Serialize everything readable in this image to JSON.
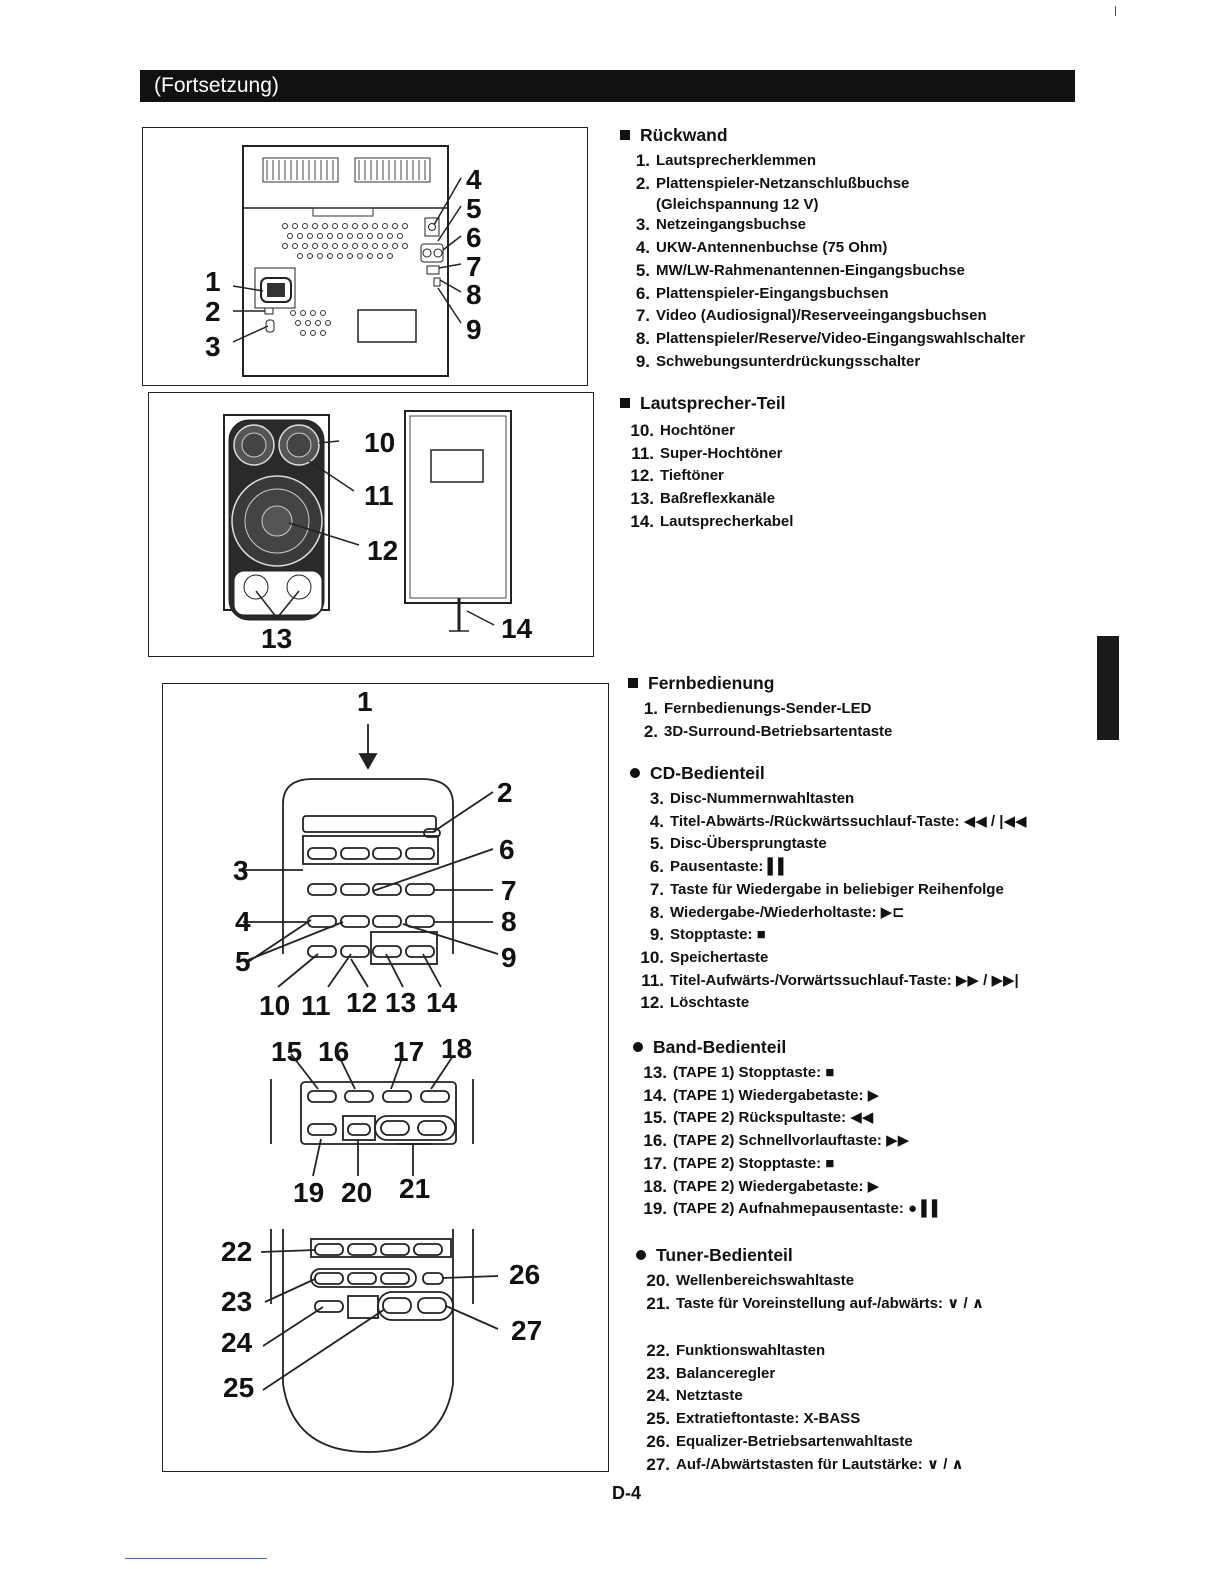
{
  "header": {
    "title": "(Fortsetzung)"
  },
  "figures": {
    "rear": {
      "callouts": [
        "1",
        "2",
        "3",
        "4",
        "5",
        "6",
        "7",
        "8",
        "9"
      ]
    },
    "speaker": {
      "callouts": [
        "10",
        "11",
        "12",
        "13",
        "14"
      ]
    },
    "remote": {
      "callouts": [
        "1",
        "2",
        "3",
        "4",
        "5",
        "6",
        "7",
        "8",
        "9",
        "10",
        "11",
        "12",
        "13",
        "14",
        "15",
        "16",
        "17",
        "18",
        "19",
        "20",
        "21",
        "22",
        "23",
        "24",
        "25",
        "26",
        "27"
      ]
    }
  },
  "sections": {
    "rueckwand": {
      "title": "Rückwand",
      "items": [
        {
          "n": "1.",
          "text": "Lautsprecherklemmen"
        },
        {
          "n": "2.",
          "text": "Plattenspieler-Netzanschlußbuchse"
        },
        {
          "n": "",
          "text": "(Gleichspannung 12 V)"
        },
        {
          "n": "3.",
          "text": "Netzeingangsbuchse"
        },
        {
          "n": "4.",
          "text": "UKW-Antennenbuchse (75 Ohm)"
        },
        {
          "n": "5.",
          "text": "MW/LW-Rahmenantennen-Eingangsbuchse"
        },
        {
          "n": "6.",
          "text": "Plattenspieler-Eingangsbuchsen"
        },
        {
          "n": "7.",
          "text": "Video (Audiosignal)/Reserveeingangsbuchsen"
        },
        {
          "n": "8.",
          "text": "Plattenspieler/Reserve/Video-Eingangswahlschalter"
        },
        {
          "n": "9.",
          "text": "Schwebungsunterdrückungsschalter"
        }
      ]
    },
    "lautsprecher": {
      "title": "Lautsprecher-Teil",
      "items": [
        {
          "n": "10.",
          "text": "Hochtöner"
        },
        {
          "n": "11.",
          "text": "Super-Hochtöner"
        },
        {
          "n": "12.",
          "text": "Tieftöner"
        },
        {
          "n": "13.",
          "text": "Baßreflexkanäle"
        },
        {
          "n": "14.",
          "text": "Lautsprecherkabel"
        }
      ]
    },
    "fernbedienung": {
      "title": "Fernbedienung",
      "items": [
        {
          "n": "1.",
          "text": "Fernbedienungs-Sender-LED"
        },
        {
          "n": "2.",
          "text": "3D-Surround-Betriebsartentaste"
        }
      ]
    },
    "cd": {
      "title": "CD-Bedienteil",
      "items": [
        {
          "n": "3.",
          "text": "Disc-Nummernwahltasten"
        },
        {
          "n": "4.",
          "text": "Titel-Abwärts-/Rückwärtssuchlauf-Taste: ◀◀ / |◀◀"
        },
        {
          "n": "5.",
          "text": "Disc-Übersprungtaste"
        },
        {
          "n": "6.",
          "text": "Pausentaste: ▌▌"
        },
        {
          "n": "7.",
          "text": "Taste für Wiedergabe in beliebiger Reihenfolge"
        },
        {
          "n": "8.",
          "text": "Wiedergabe-/Wiederholtaste: ▶⊏"
        },
        {
          "n": "9.",
          "text": "Stopptaste: ■"
        },
        {
          "n": "10.",
          "text": "Speichertaste"
        },
        {
          "n": "11.",
          "text": "Titel-Aufwärts-/Vorwärtssuchlauf-Taste: ▶▶ / ▶▶|"
        },
        {
          "n": "12.",
          "text": "Löschtaste"
        }
      ]
    },
    "band": {
      "title": "Band-Bedienteil",
      "items": [
        {
          "n": "13.",
          "text": "(TAPE 1) Stopptaste: ■"
        },
        {
          "n": "14.",
          "text": "(TAPE 1) Wiedergabetaste: ▶"
        },
        {
          "n": "15.",
          "text": "(TAPE 2) Rückspultaste: ◀◀"
        },
        {
          "n": "16.",
          "text": "(TAPE 2) Schnellvorlauftaste: ▶▶"
        },
        {
          "n": "17.",
          "text": "(TAPE 2) Stopptaste: ■"
        },
        {
          "n": "18.",
          "text": "(TAPE 2) Wiedergabetaste: ▶"
        },
        {
          "n": "19.",
          "text": "(TAPE 2) Aufnahmepausentaste: ● ▌▌"
        }
      ]
    },
    "tuner": {
      "title": "Tuner-Bedienteil",
      "items": [
        {
          "n": "20.",
          "text": "Wellenbereichswahltaste"
        },
        {
          "n": "21.",
          "text": "Taste für Voreinstellung auf-/abwärts: ∨ / ∧"
        }
      ]
    },
    "weitere": {
      "items": [
        {
          "n": "22.",
          "text": "Funktionswahltasten"
        },
        {
          "n": "23.",
          "text": "Balanceregler"
        },
        {
          "n": "24.",
          "text": "Netztaste"
        },
        {
          "n": "25.",
          "text": "Extratieftontaste: X-BASS"
        },
        {
          "n": "26.",
          "text": "Equalizer-Betriebsartenwahltaste"
        },
        {
          "n": "27.",
          "text": "Auf-/Abwärtstasten für Lautstärke: ∨ / ∧"
        }
      ]
    }
  },
  "footer": {
    "page": "D-4"
  }
}
